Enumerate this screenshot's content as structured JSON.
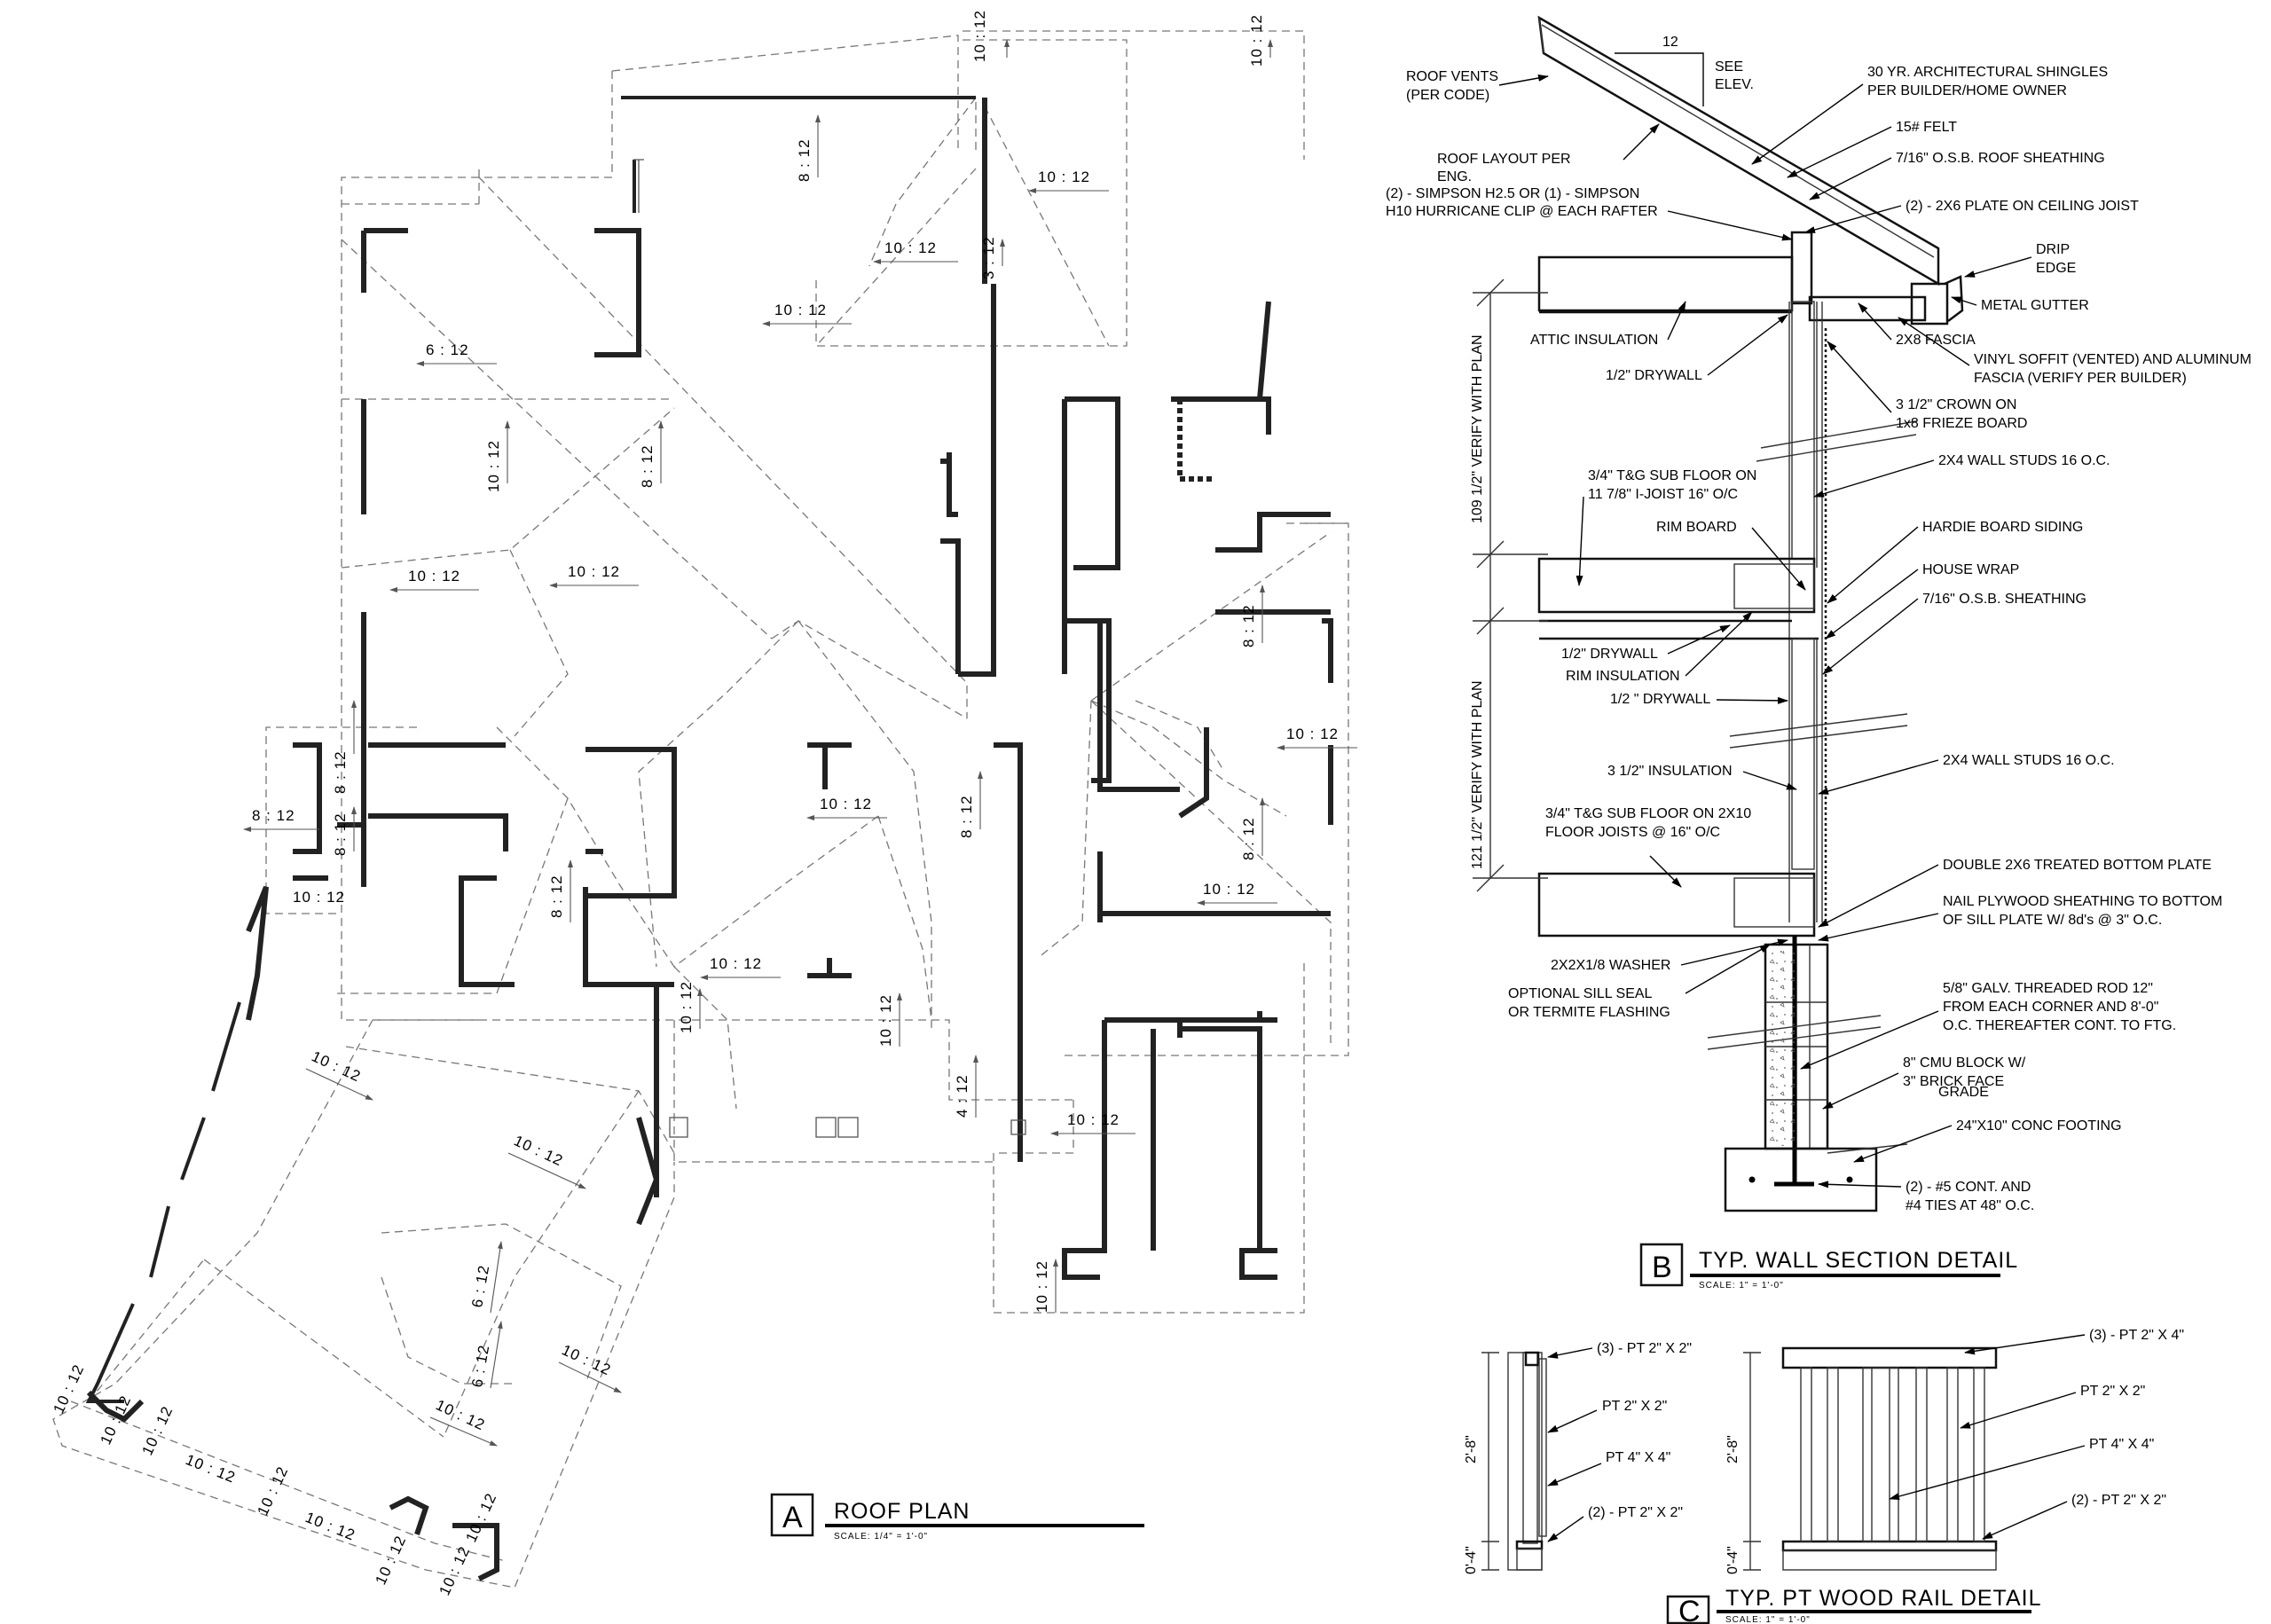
{
  "roof_plan": {
    "letter": "A",
    "title": "ROOF PLAN",
    "scale": "SCALE: 1/4\" = 1'-0\"",
    "pitch_labels": {
      "p01": "10 : 12",
      "p02": "10 : 12",
      "p03": "8 : 12",
      "p04": "10 : 12",
      "p05": "3 : 12",
      "p06": "10 : 12",
      "p07": "10 : 12",
      "p08": "6 : 12",
      "p09": "10 : 12",
      "p10": "8 : 12",
      "p11": "10 : 12",
      "p12": "10 : 12",
      "p13": "8 : 12",
      "p14": "8 : 12",
      "p15": "8 : 12",
      "p16": "10 : 12",
      "p17": "8 : 12",
      "p18": "10 : 12",
      "p19": "8 : 12",
      "p20": "10 : 12",
      "p21": "8 : 12",
      "p22": "8 : 12",
      "p23": "10 : 12",
      "p24": "10 : 12",
      "p25": "10 : 12",
      "p26": "10 : 12",
      "p27": "10 : 12",
      "p28": "4 : 12",
      "p29": "10 : 12",
      "p30": "10 : 12",
      "p31": "10 : 12",
      "p32": "6 : 12",
      "p33": "6 : 12",
      "p34": "10 : 12",
      "p35": "10 : 12",
      "p36": "10 : 12",
      "p37": "10 : 12",
      "p38": "10 : 12",
      "p39": "10 : 12",
      "p40": "10 : 12",
      "p41": "10 : 12",
      "p42": "10 : 12",
      "p43": "10 : 12",
      "p44": "10 : 12"
    }
  },
  "wall_section": {
    "letter": "B",
    "title": "TYP. WALL SECTION DETAIL",
    "scale": "SCALE: 1\" = 1'-0\"",
    "rise": "12",
    "see_elev": [
      "SEE",
      "ELEV."
    ],
    "height_upper": "109 1/2\" VERIFY WITH PLAN",
    "height_lower": "121 1/2\" VERIFY WITH PLAN",
    "notes_left": {
      "l01": "ROOF VENTS",
      "l02": "(PER CODE)",
      "l03": "ROOF LAYOUT PER",
      "l04": "ENG.",
      "l05": "(2) - SIMPSON H2.5 OR (1) - SIMPSON",
      "l06": "H10 HURRICANE CLIP @ EACH RAFTER",
      "l07": "ATTIC INSULATION",
      "l08": "1/2\" DRYWALL",
      "l09": "3/4\" T&G SUB FLOOR ON",
      "l10": "11 7/8\" I-JOIST 16\" O/C",
      "l11": "RIM BOARD",
      "l12": "1/2\" DRYWALL",
      "l13": "RIM INSULATION",
      "l14": "1/2 \" DRYWALL",
      "l15": "3 1/2\" INSULATION",
      "l16": "3/4\" T&G SUB FLOOR ON 2X10",
      "l17": "FLOOR JOISTS @ 16\" O/C",
      "l18": "2X2X1/8 WASHER",
      "l19": "OPTIONAL SILL SEAL",
      "l20": "OR TERMITE FLASHING"
    },
    "notes_right": {
      "r01": "30 YR. ARCHITECTURAL SHINGLES",
      "r02": "PER BUILDER/HOME OWNER",
      "r03": "15# FELT",
      "r04": "7/16\" O.S.B. ROOF SHEATHING",
      "r05": "(2) - 2X6 PLATE ON CEILING JOIST",
      "r06": "DRIP",
      "r07": "EDGE",
      "r08": "METAL GUTTER",
      "r09": "2X8 FASCIA",
      "r10": "VINYL SOFFIT (VENTED)  AND ALUMINUM",
      "r11": "FASCIA (VERIFY PER BUILDER)",
      "r12": "3 1/2\" CROWN ON",
      "r13": "1x8 FRIEZE BOARD",
      "r14": "2X4 WALL STUDS 16 O.C.",
      "r15": "HARDIE BOARD SIDING",
      "r16": "HOUSE WRAP",
      "r17": "7/16\" O.S.B. SHEATHING",
      "r18": "2X4 WALL STUDS 16 O.C.",
      "r19": "DOUBLE 2X6 TREATED BOTTOM PLATE",
      "r20": "NAIL PLYWOOD SHEATHING TO BOTTOM",
      "r21": "OF SILL PLATE W/ 8d's @ 3\" O.C.",
      "r22": "5/8\" GALV. THREADED ROD 12\"",
      "r23": "FROM EACH CORNER AND 8'-0\"",
      "r24": "O.C. THEREAFTER CONT. TO FTG.",
      "r25": "8\" CMU BLOCK W/",
      "r26": "3\" BRICK FACE",
      "r27": "GRADE",
      "r28": "24\"X10\" CONC FOOTING",
      "r29": "(2) - #5 CONT. AND",
      "r30": "#4 TIES AT 48\" O.C."
    }
  },
  "rail_detail": {
    "letter": "C",
    "title": "TYP. PT WOOD RAIL DETAIL",
    "scale": "SCALE: 1\" = 1'-0\"",
    "left": {
      "height": "2'-8\"",
      "base": "0'-4\"",
      "n1": "(3) - PT 2\" X 2\"",
      "n2": "PT 2\" X 2\"",
      "n3": "PT 4\" X 4\"",
      "n4": "(2) - PT 2\" X 2\""
    },
    "right": {
      "height": "2'-8\"",
      "base": "0'-4\"",
      "n1": "(3) - PT 2\" X 4\"",
      "n2": "PT 2\" X 2\"",
      "n3": "PT 4\" X 4\"",
      "n4": "(2) - PT 2\" X 2\""
    }
  }
}
